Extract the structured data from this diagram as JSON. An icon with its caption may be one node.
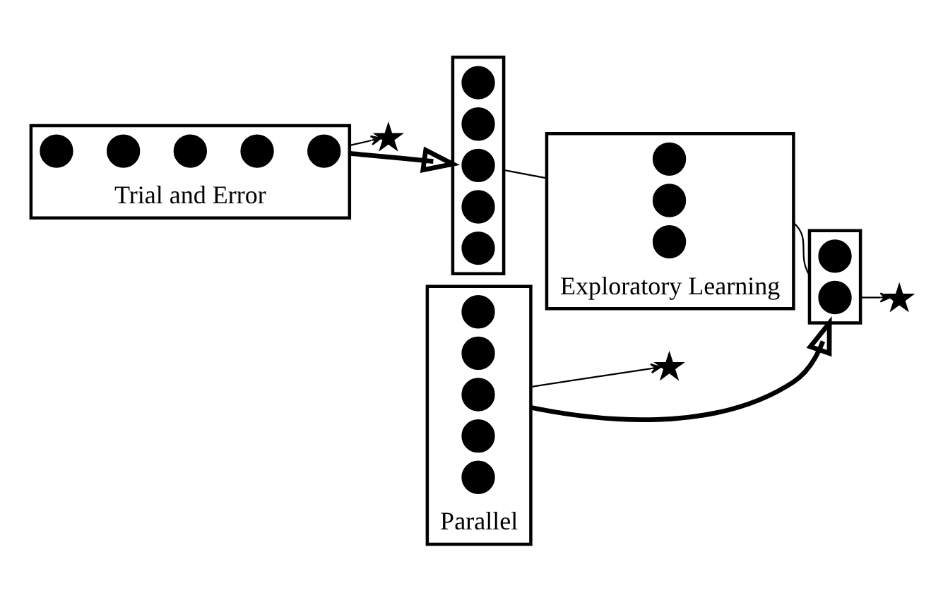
{
  "diagram": {
    "nodes": [
      {
        "text": [],
        "shape": "box",
        "beside": [
          "Trial and Error"
        ]
      },
      {
        "text": [],
        "shape": "circle",
        "in": 0
      },
      {
        "text": [],
        "shape": "circle",
        "in": 0
      },
      {
        "text": [],
        "shape": "circle",
        "in": 0
      },
      {
        "text": [],
        "shape": "circle",
        "in": 0
      },
      {
        "text": [],
        "shape": "circle",
        "in": 0
      },
      {
        "text": [],
        "shape": "star"
      },
      {
        "text": [],
        "shape": "box",
        "beside": [
          "Parallel"
        ]
      },
      {
        "text": [],
        "shape": "circle",
        "in": 7
      },
      {
        "text": [],
        "shape": "circle",
        "in": 7
      },
      {
        "text": [],
        "shape": "circle",
        "in": 7
      },
      {
        "text": [],
        "shape": "circle",
        "in": 7
      },
      {
        "text": [],
        "shape": "circle",
        "in": 7
      },
      {
        "text": [],
        "shape": "star"
      },
      {
        "text": [],
        "shape": "box"
      },
      {
        "text": [],
        "shape": "circle",
        "in": 14
      },
      {
        "text": [],
        "shape": "circle",
        "in": 14
      },
      {
        "text": [],
        "shape": "circle",
        "in": 14
      },
      {
        "text": [],
        "shape": "circle",
        "in": 14
      },
      {
        "text": [],
        "shape": "circle",
        "in": 14
      },
      {
        "text": [],
        "shape": "box",
        "beside": [
          "Exploratory Learning"
        ]
      },
      {
        "text": [],
        "shape": "circle",
        "in": 20
      },
      {
        "text": [],
        "shape": "circle",
        "in": 20
      },
      {
        "text": [],
        "shape": "circle",
        "in": 20
      },
      {
        "text": [],
        "shape": "box"
      },
      {
        "text": [],
        "shape": "circle",
        "in": 24
      },
      {
        "text": [],
        "shape": "circle",
        "in": 24
      },
      {
        "text": [],
        "shape": "star"
      }
    ],
    "edges": [
      {
        "from": 0,
        "to": 6,
        "arrow": "to"
      },
      {
        "from": 7,
        "to": 13,
        "arrow": "to"
      },
      {
        "from": 14,
        "to": 20,
        "arrow": "none"
      },
      {
        "from": 20,
        "to": 24,
        "arrow": "none"
      },
      {
        "from": 24,
        "to": 27,
        "arrow": "to"
      },
      {
        "from": 0,
        "to": 14,
        "arrow": "to",
        "style": "thick"
      },
      {
        "from": 7,
        "to": 24,
        "arrow": "to",
        "style": "thick"
      }
    ]
  }
}
